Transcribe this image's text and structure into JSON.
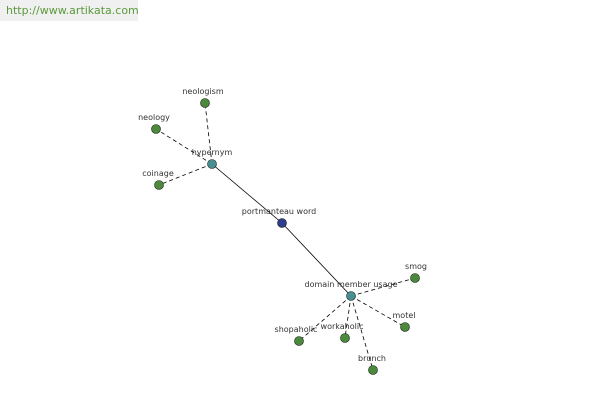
{
  "watermark": {
    "text": "http://www.artikata.com"
  },
  "colors": {
    "text": "#333333",
    "watermark": "#5a9a3c",
    "banner_bg": "#f0f0f0",
    "leaf_node": "#4a8a3a",
    "hub_node": "#4a8f8f",
    "center_node": "#2b3f8c",
    "edge": "#000000"
  },
  "graph": {
    "nodes": [
      {
        "id": "portmanteau-word",
        "label": "portmanteau word",
        "role": "center"
      },
      {
        "id": "hypernym",
        "label": "hypernym",
        "role": "hub"
      },
      {
        "id": "domain-member-usage",
        "label": "domain member usage",
        "role": "hub"
      },
      {
        "id": "neologism",
        "label": "neologism",
        "role": "leaf"
      },
      {
        "id": "neology",
        "label": "neology",
        "role": "leaf"
      },
      {
        "id": "coinage",
        "label": "coinage",
        "role": "leaf"
      },
      {
        "id": "smog",
        "label": "smog",
        "role": "leaf"
      },
      {
        "id": "motel",
        "label": "motel",
        "role": "leaf"
      },
      {
        "id": "shopaholic",
        "label": "shopaholic",
        "role": "leaf"
      },
      {
        "id": "workaholic",
        "label": "workaholic",
        "role": "leaf"
      },
      {
        "id": "brunch",
        "label": "brunch",
        "role": "leaf"
      }
    ],
    "edges": [
      {
        "from": "portmanteau-word",
        "to": "hypernym",
        "style": "solid"
      },
      {
        "from": "portmanteau-word",
        "to": "domain-member-usage",
        "style": "solid"
      },
      {
        "from": "hypernym",
        "to": "neologism",
        "style": "dashed"
      },
      {
        "from": "hypernym",
        "to": "neology",
        "style": "dashed"
      },
      {
        "from": "hypernym",
        "to": "coinage",
        "style": "dashed"
      },
      {
        "from": "domain-member-usage",
        "to": "smog",
        "style": "dashed"
      },
      {
        "from": "domain-member-usage",
        "to": "motel",
        "style": "dashed"
      },
      {
        "from": "domain-member-usage",
        "to": "shopaholic",
        "style": "dashed"
      },
      {
        "from": "domain-member-usage",
        "to": "workaholic",
        "style": "dashed"
      },
      {
        "from": "domain-member-usage",
        "to": "brunch",
        "style": "dashed"
      }
    ]
  }
}
